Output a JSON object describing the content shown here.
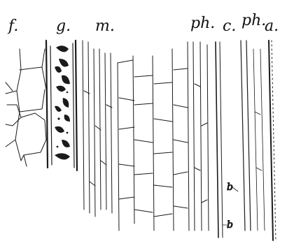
{
  "figure": {
    "labels": {
      "f": "f.",
      "g": "g.",
      "m": "m.",
      "ph1": "ph.",
      "c": "c.",
      "ph2": "ph.",
      "a": "a."
    },
    "marks": {
      "b_upper": "b",
      "b_lower": "b"
    },
    "colors": {
      "ink": "#1b1b1b",
      "paper": "#ffffff"
    }
  }
}
